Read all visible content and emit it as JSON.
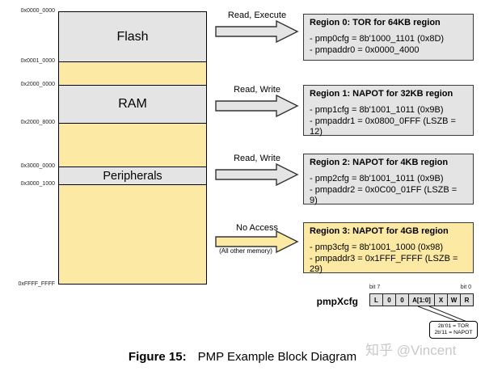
{
  "memory_map": {
    "addresses": [
      "0x0000_0000",
      "0x0001_0000",
      "0x2000_0000",
      "0x2000_8000",
      "0x3000_0000",
      "0x3000_1000",
      "0xFFFF_FFFF"
    ],
    "segments": [
      {
        "label": "Flash",
        "type": "allocated"
      },
      {
        "label": "",
        "type": "unallocated"
      },
      {
        "label": "RAM",
        "type": "allocated"
      },
      {
        "label": "",
        "type": "unallocated"
      },
      {
        "label": "Peripherals",
        "type": "allocated"
      },
      {
        "label": "",
        "type": "unallocated"
      }
    ]
  },
  "arrows": [
    {
      "label": "Read, Execute",
      "sublabel": ""
    },
    {
      "label": "Read, Write",
      "sublabel": ""
    },
    {
      "label": "Read, Write",
      "sublabel": ""
    },
    {
      "label": "No Access",
      "sublabel": "(All other memory)"
    }
  ],
  "regions": [
    {
      "title": "Region 0: TOR for 64KB region",
      "line1": "- pmp0cfg = 8b'1000_1101 (0x8D)",
      "line2": "- pmpaddr0 = 0x0000_4000"
    },
    {
      "title": "Region 1: NAPOT for 32KB region",
      "line1": "- pmp1cfg = 8b'1001_1011 (0x9B)",
      "line2": "- pmpaddr1 = 0x0800_0FFF (LSZB = 12)"
    },
    {
      "title": "Region 2: NAPOT for 4KB region",
      "line1": "- pmp2cfg = 8b'1001_1011 (0x9B)",
      "line2": "- pmpaddr2 = 0x0C00_01FF (LSZB = 9)"
    },
    {
      "title": "Region 3: NAPOT for 4GB region",
      "line1": "- pmp3cfg = 8b'1001_1000 (0x98)",
      "line2": "- pmpaddr3 = 0x1FFF_FFFF (LSZB = 29)"
    }
  ],
  "bitfield": {
    "register_label": "pmpXcfg",
    "bit7_label": "bit 7",
    "bit0_label": "bit 0",
    "cells": [
      "L",
      "0",
      "0",
      "A[1:0]",
      "X",
      "W",
      "R"
    ],
    "callout_line1": "2b'01 = TOR",
    "callout_line2": "2b'11 = NAPOT"
  },
  "caption": {
    "prefix": "Figure 15:",
    "text": "PMP Example Block Diagram"
  },
  "watermark": "知乎 @Vincent",
  "colors": {
    "gray_fill": "#e4e4e4",
    "yellow_fill": "#fce9a3"
  }
}
